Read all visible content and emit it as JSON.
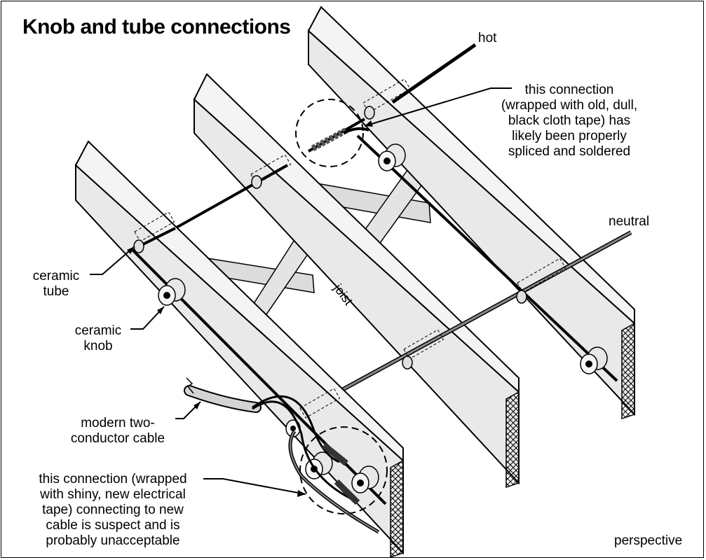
{
  "title": "Knob and tube connections",
  "labels": {
    "hot": "hot",
    "neutral": "neutral",
    "joist": "joist",
    "ceramic_tube": "ceramic\ntube",
    "ceramic_knob": "ceramic\nknob",
    "modern_cable": "modern two-\nconductor cable",
    "top_connection": "this connection\n(wrapped with old, dull,\nblack cloth tape) has\nlikely been properly\nspliced and soldered",
    "bottom_connection": "this connection (wrapped\nwith shiny, new electrical\ntape) connecting to new\ncable is suspect and is\nprobably unacceptable",
    "perspective": "perspective"
  },
  "colors": {
    "joist_face": "#e9e9e9",
    "joist_side": "#cfcfcf",
    "brace": "#dcdcdc",
    "wire": "#000000",
    "cable": "#d4d4d4"
  }
}
